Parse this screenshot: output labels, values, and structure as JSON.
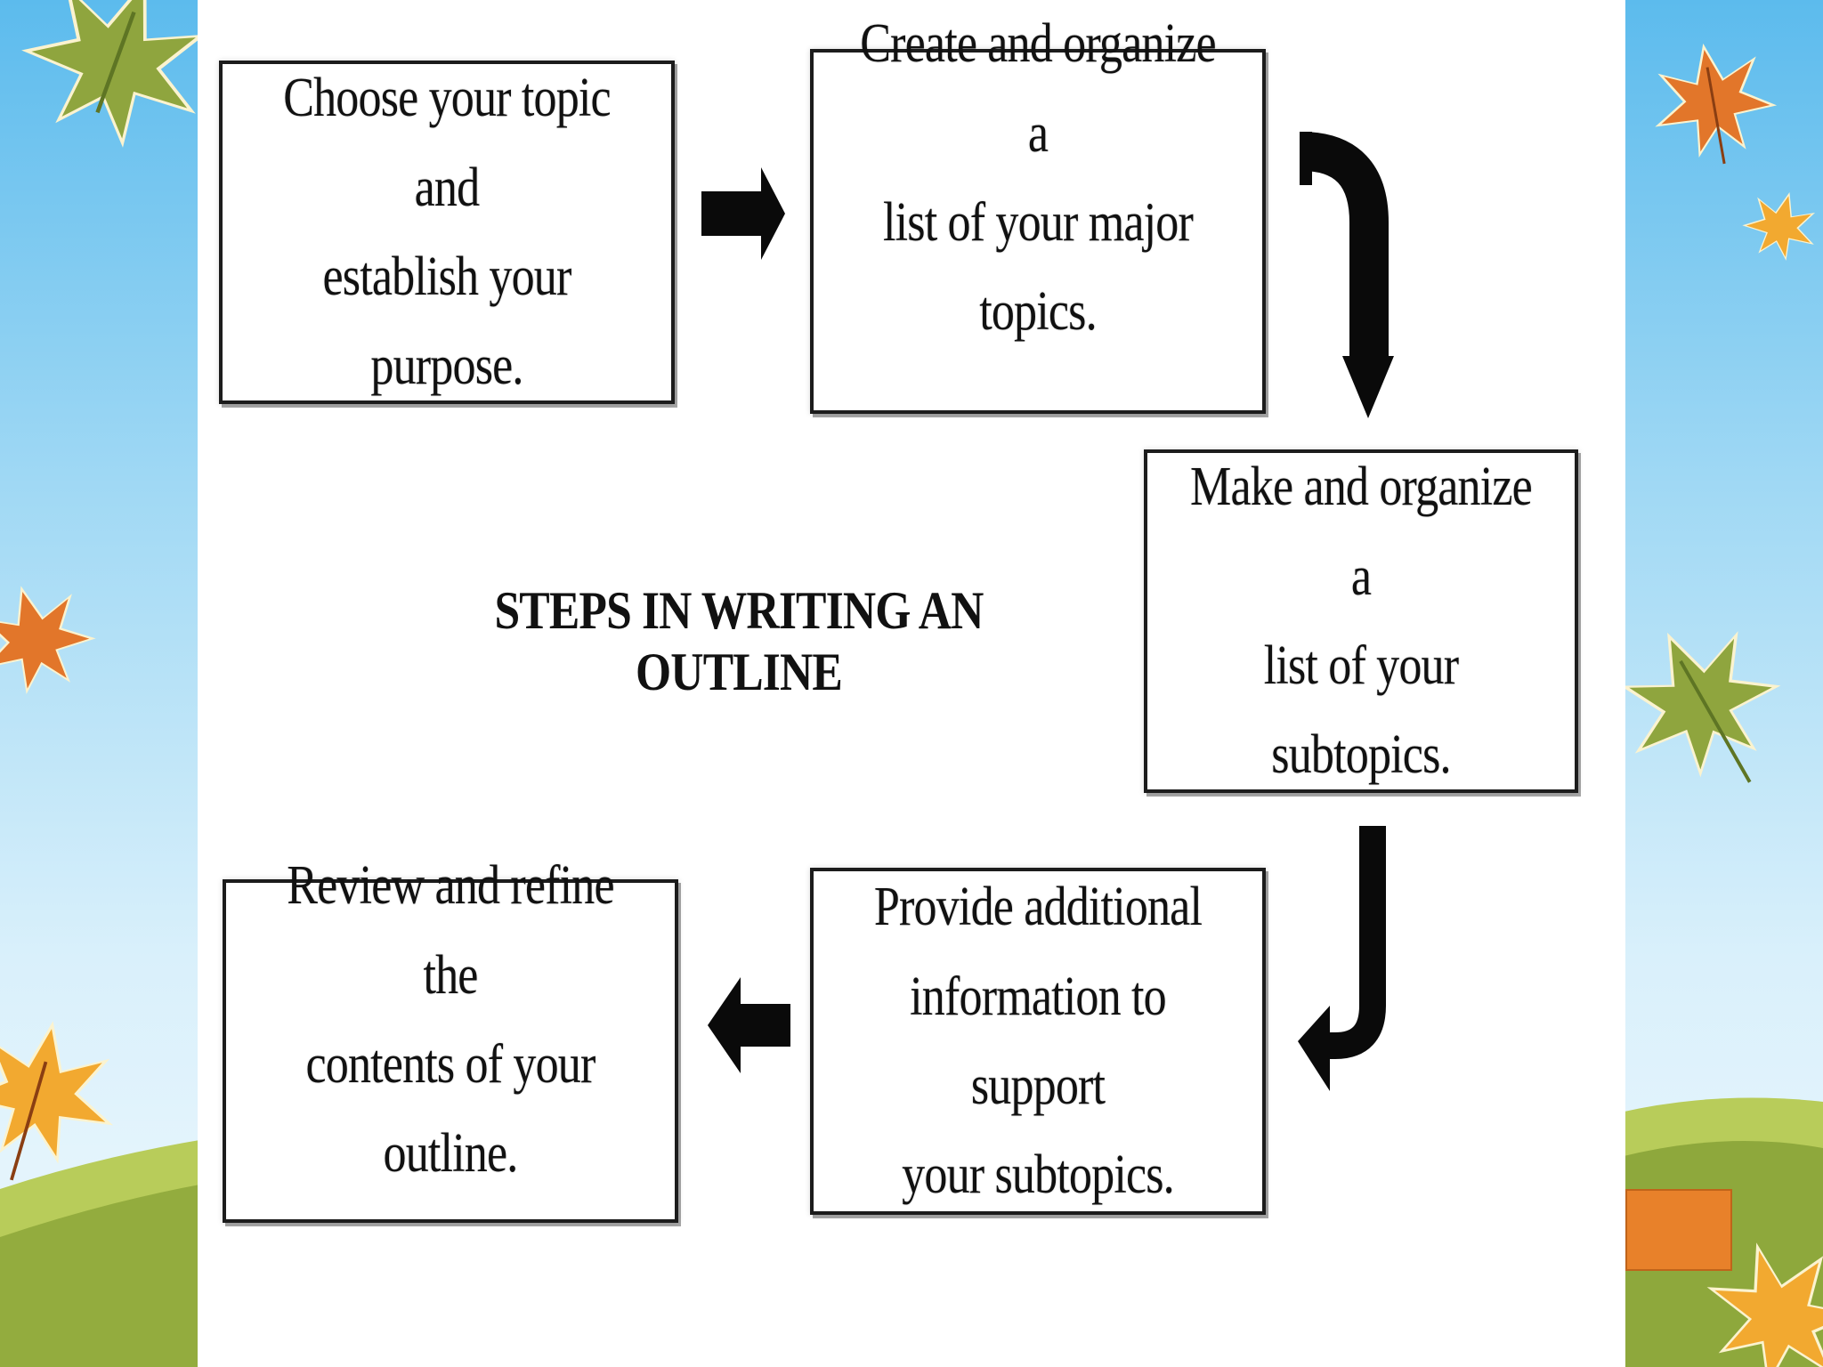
{
  "diagram": {
    "title": "STEPS IN WRITING AN OUTLINE",
    "steps": [
      "Choose your topic and\nestablish your purpose.",
      "Create and organize a\nlist of your major topics.",
      "Make and organize a\nlist of your subtopics.",
      "Provide additional\ninformation to support\nyour subtopics.",
      "Review and refine the\ncontents of your outline."
    ],
    "flow": [
      {
        "from": 1,
        "to": 2,
        "direction": "right"
      },
      {
        "from": 2,
        "to": 3,
        "direction": "down"
      },
      {
        "from": 3,
        "to": 4,
        "direction": "down-left"
      },
      {
        "from": 4,
        "to": 5,
        "direction": "left"
      }
    ]
  },
  "decor": {
    "leaves": [
      "green-leaf-icon",
      "orange-leaf-icon",
      "yellow-leaf-icon"
    ],
    "colors": {
      "sky_top": "#5cbbed",
      "hill_light": "#b8cc5a",
      "hill_dark": "#8ea83c",
      "accent": "#e8812a",
      "leaf_green": "#8fa53e",
      "leaf_orange": "#e2762a",
      "leaf_yellow": "#f2a930"
    }
  }
}
